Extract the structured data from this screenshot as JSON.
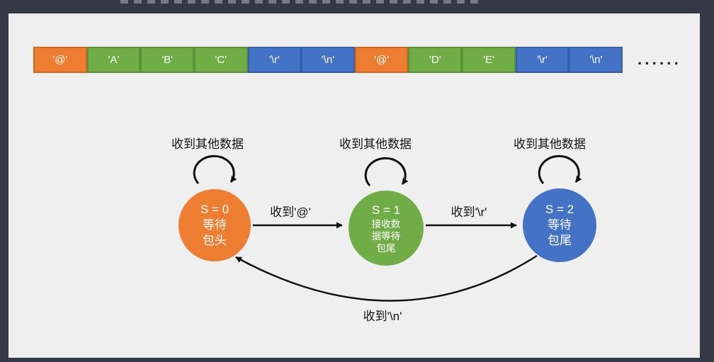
{
  "colors": {
    "background": "#333a45",
    "panel": "#efefef",
    "orange": "#ED7D31",
    "green": "#70AD47",
    "blue": "#4472C4",
    "arrow": "#111111"
  },
  "byte_stream": {
    "cells": [
      {
        "label": "'@'",
        "color": "orange"
      },
      {
        "label": "'A'",
        "color": "green"
      },
      {
        "label": "'B'",
        "color": "green"
      },
      {
        "label": "'C'",
        "color": "green"
      },
      {
        "label": "'\\r'",
        "color": "blue"
      },
      {
        "label": "'\\n'",
        "color": "blue"
      },
      {
        "label": "'@'",
        "color": "orange"
      },
      {
        "label": "'D'",
        "color": "green"
      },
      {
        "label": "'E'",
        "color": "green"
      },
      {
        "label": "'\\r'",
        "color": "blue"
      },
      {
        "label": "'\\n'",
        "color": "blue"
      }
    ],
    "ellipsis": "······"
  },
  "state_machine": {
    "self_loop_label": "收到其他数据",
    "states": [
      {
        "name": "S0",
        "color": "#ED7D31",
        "lines": [
          "S = 0",
          "等待",
          "包头"
        ]
      },
      {
        "name": "S1",
        "color": "#70AD47",
        "lines": [
          "S = 1",
          "接收数",
          "据等待",
          "包尾"
        ]
      },
      {
        "name": "S2",
        "color": "#4472C4",
        "lines": [
          "S = 2",
          "等待",
          "包尾"
        ]
      }
    ],
    "transitions": [
      {
        "from": "S0",
        "to": "S1",
        "label": "收到'@'"
      },
      {
        "from": "S1",
        "to": "S2",
        "label": "收到'\\r'"
      },
      {
        "from": "S2",
        "to": "S0",
        "label": "收到'\\n'"
      }
    ]
  }
}
